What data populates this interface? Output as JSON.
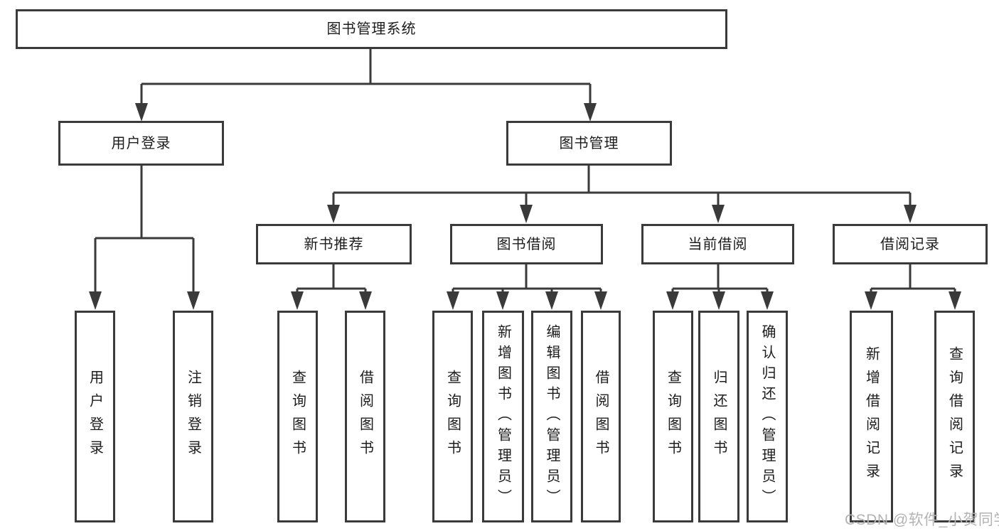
{
  "diagram_type": "hierarchy-tree",
  "hierarchy": {
    "label": "图书管理系统",
    "children": [
      {
        "label": "用户登录",
        "children": [
          {
            "label": "用户登录"
          },
          {
            "label": "注销登录"
          }
        ]
      },
      {
        "label": "图书管理",
        "children": [
          {
            "label": "新书推荐",
            "children": [
              {
                "label": "查询图书"
              },
              {
                "label": "借阅图书"
              }
            ]
          },
          {
            "label": "图书借阅",
            "children": [
              {
                "label": "查询图书"
              },
              {
                "label": "新增图书（管理员）"
              },
              {
                "label": "编辑图书（管理员）"
              },
              {
                "label": "借阅图书"
              }
            ]
          },
          {
            "label": "当前借阅",
            "children": [
              {
                "label": "查询图书"
              },
              {
                "label": "归还图书"
              },
              {
                "label": "确认归还（管理员）"
              }
            ]
          },
          {
            "label": "借阅记录",
            "children": [
              {
                "label": "新增借阅记录"
              },
              {
                "label": "查询借阅记录"
              }
            ]
          }
        ]
      }
    ]
  },
  "watermark": "CSDN @软件_小贺同学",
  "colors": {
    "line": "#3a3a3a",
    "text": "#1c1c1c",
    "watermark": "#b3b3b3",
    "background": "#ffffff"
  }
}
